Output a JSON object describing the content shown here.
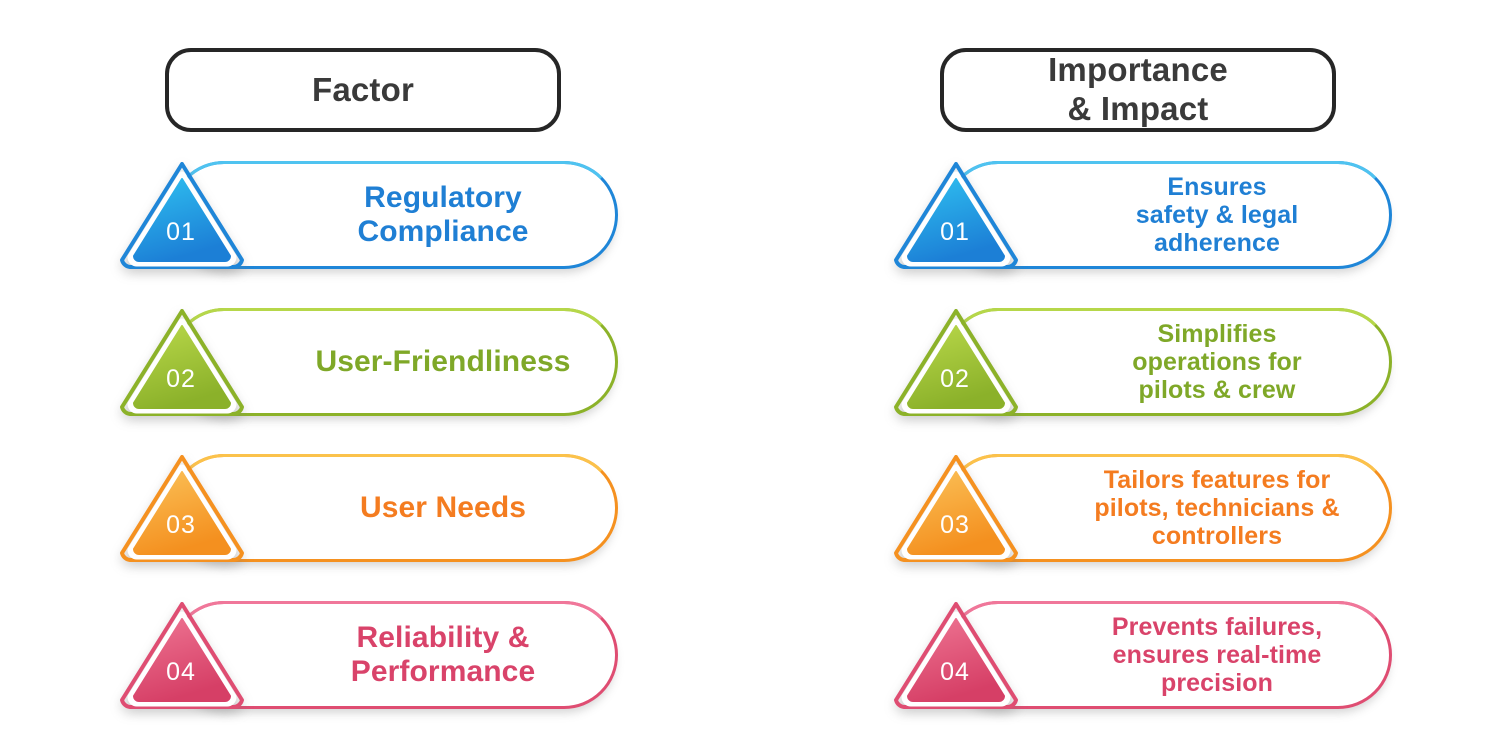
{
  "background": "#ffffff",
  "columns": {
    "left": {
      "header": "Factor",
      "rows": [
        {
          "number": "01",
          "text": "Regulatory\nCompliance"
        },
        {
          "number": "02",
          "text": "User-Friendliness"
        },
        {
          "number": "03",
          "text": "User Needs"
        },
        {
          "number": "04",
          "text": "Reliability &\nPerformance"
        }
      ]
    },
    "right": {
      "header": "Importance\n& Impact",
      "rows": [
        {
          "number": "01",
          "text": "Ensures\nsafety & legal\nadherence"
        },
        {
          "number": "02",
          "text": "Simplifies\noperations for\npilots & crew"
        },
        {
          "number": "03",
          "text": "Tailors features for\npilots, technicians &\ncontrollers"
        },
        {
          "number": "04",
          "text": "Prevents failures,\nensures real-time\nprecision"
        }
      ]
    }
  },
  "palette": [
    {
      "name": "blue",
      "stroke": "#1F86D8",
      "stroke_light": "#4FC3F0",
      "text": "#1F7FD4",
      "fill_top": "#2FC0F0",
      "fill_bottom": "#1C7FD6"
    },
    {
      "name": "green",
      "stroke": "#8CB229",
      "stroke_light": "#B6D74A",
      "text": "#7FA828",
      "fill_top": "#B9D84A",
      "fill_bottom": "#8BB12A"
    },
    {
      "name": "orange",
      "stroke": "#F59120",
      "stroke_light": "#FBC24B",
      "text": "#F47C20",
      "fill_top": "#FBC158",
      "fill_bottom": "#F4901F"
    },
    {
      "name": "pink",
      "stroke": "#DF4D72",
      "stroke_light": "#F0779A",
      "text": "#D9436A",
      "fill_top": "#EE7593",
      "fill_bottom": "#D63F66"
    }
  ]
}
